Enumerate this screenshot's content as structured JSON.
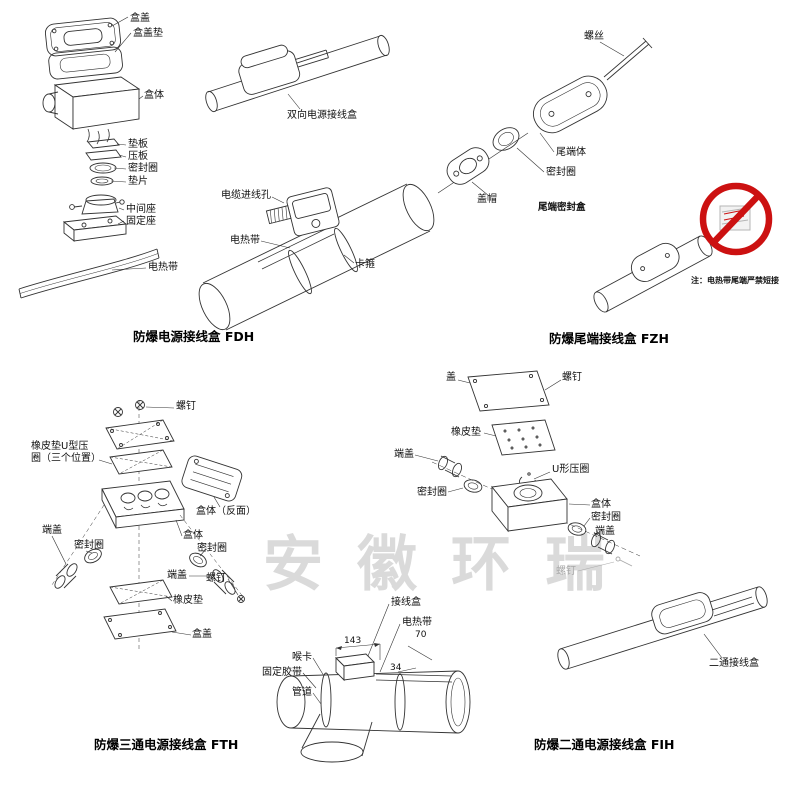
{
  "watermark": "安徽环瑞",
  "fdh": {
    "caption": "防爆电源接线盒 FDH",
    "labels": {
      "cover": "盒盖",
      "cover_gasket": "盒盖垫",
      "body": "盒体",
      "backing_plate": "垫板",
      "pressure_plate": "压板",
      "seal_ring": "密封圈",
      "shim": "垫片",
      "middle_seat": "中间座",
      "fixed_seat": "固定座",
      "heating_cable": "电热带"
    }
  },
  "bidirectional": {
    "label": "双向电源接线盒"
  },
  "pipe_device": {
    "labels": {
      "cable_entry": "电缆进线孔",
      "heating_cable": "电热带",
      "clamp": "卡箍"
    }
  },
  "fzh": {
    "caption": "防爆尾端接线盒 FZH",
    "labels": {
      "screw": "螺丝",
      "tail_body": "尾端体",
      "seal_ring": "密封圈",
      "cap": "盖帽",
      "tail_seal_box": "尾端密封盒",
      "note": "注：电热带尾端严禁短接"
    }
  },
  "fth": {
    "caption": "防爆三通电源接线盒 FTH",
    "labels": {
      "screw_top": "螺钉",
      "rubber_u_ring_line1": "橡皮垫U型压",
      "rubber_u_ring_line2": "圈（三个位置）",
      "body_reverse": "盒体（反面）",
      "end_cap_left": "端盖",
      "seal_ring_left": "密封圈",
      "body": "盒体",
      "seal_ring_right": "密封圈",
      "end_cap_right": "端盖",
      "screw_right": "螺钉",
      "rubber_pad": "橡皮垫",
      "cover": "盒盖"
    }
  },
  "tee": {
    "labels": {
      "junction_box": "接线盒",
      "heating_cable": "电热带",
      "hose_clamp": "喉卡",
      "fixing_tape": "固定胶带",
      "pipe": "管道"
    },
    "dimensions": {
      "a": "143",
      "b": "70",
      "c": "34"
    }
  },
  "fih": {
    "caption": "防爆二通电源接线盒 FIH",
    "labels": {
      "cover": "盖",
      "screw": "螺钉",
      "rubber_pad": "橡皮垫",
      "end_cap_left": "端盖",
      "u_ring": "U形压圈",
      "seal_ring_left": "密封圈",
      "body": "盒体",
      "seal_ring_right": "密封圈",
      "end_cap_right": "端盖",
      "screw_faded": "螺钉",
      "two_way_box": "二通接线盒"
    }
  }
}
